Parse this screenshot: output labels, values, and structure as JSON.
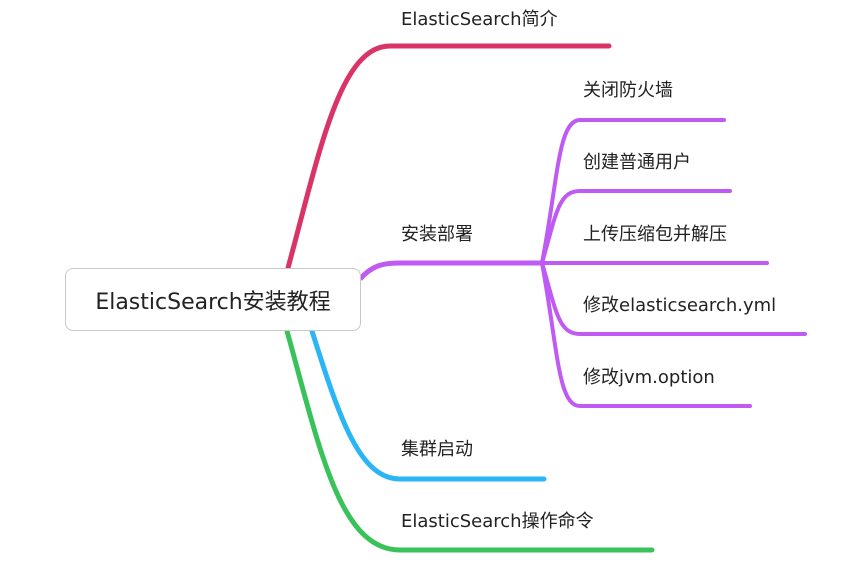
{
  "root": {
    "label": "ElasticSearch安装教程"
  },
  "branches": [
    {
      "label": "ElasticSearch简介",
      "color": "#d93468",
      "children": []
    },
    {
      "label": "安装部署",
      "color": "#bf5af2",
      "children": [
        {
          "label": "关闭防火墙"
        },
        {
          "label": "创建普通用户"
        },
        {
          "label": "上传压缩包并解压"
        },
        {
          "label": "修改elasticsearch.yml"
        },
        {
          "label": "修改jvm.option"
        }
      ]
    },
    {
      "label": "集群启动",
      "color": "#2bb5f5",
      "children": []
    },
    {
      "label": "ElasticSearch操作命令",
      "color": "#3ac25a",
      "children": []
    }
  ]
}
